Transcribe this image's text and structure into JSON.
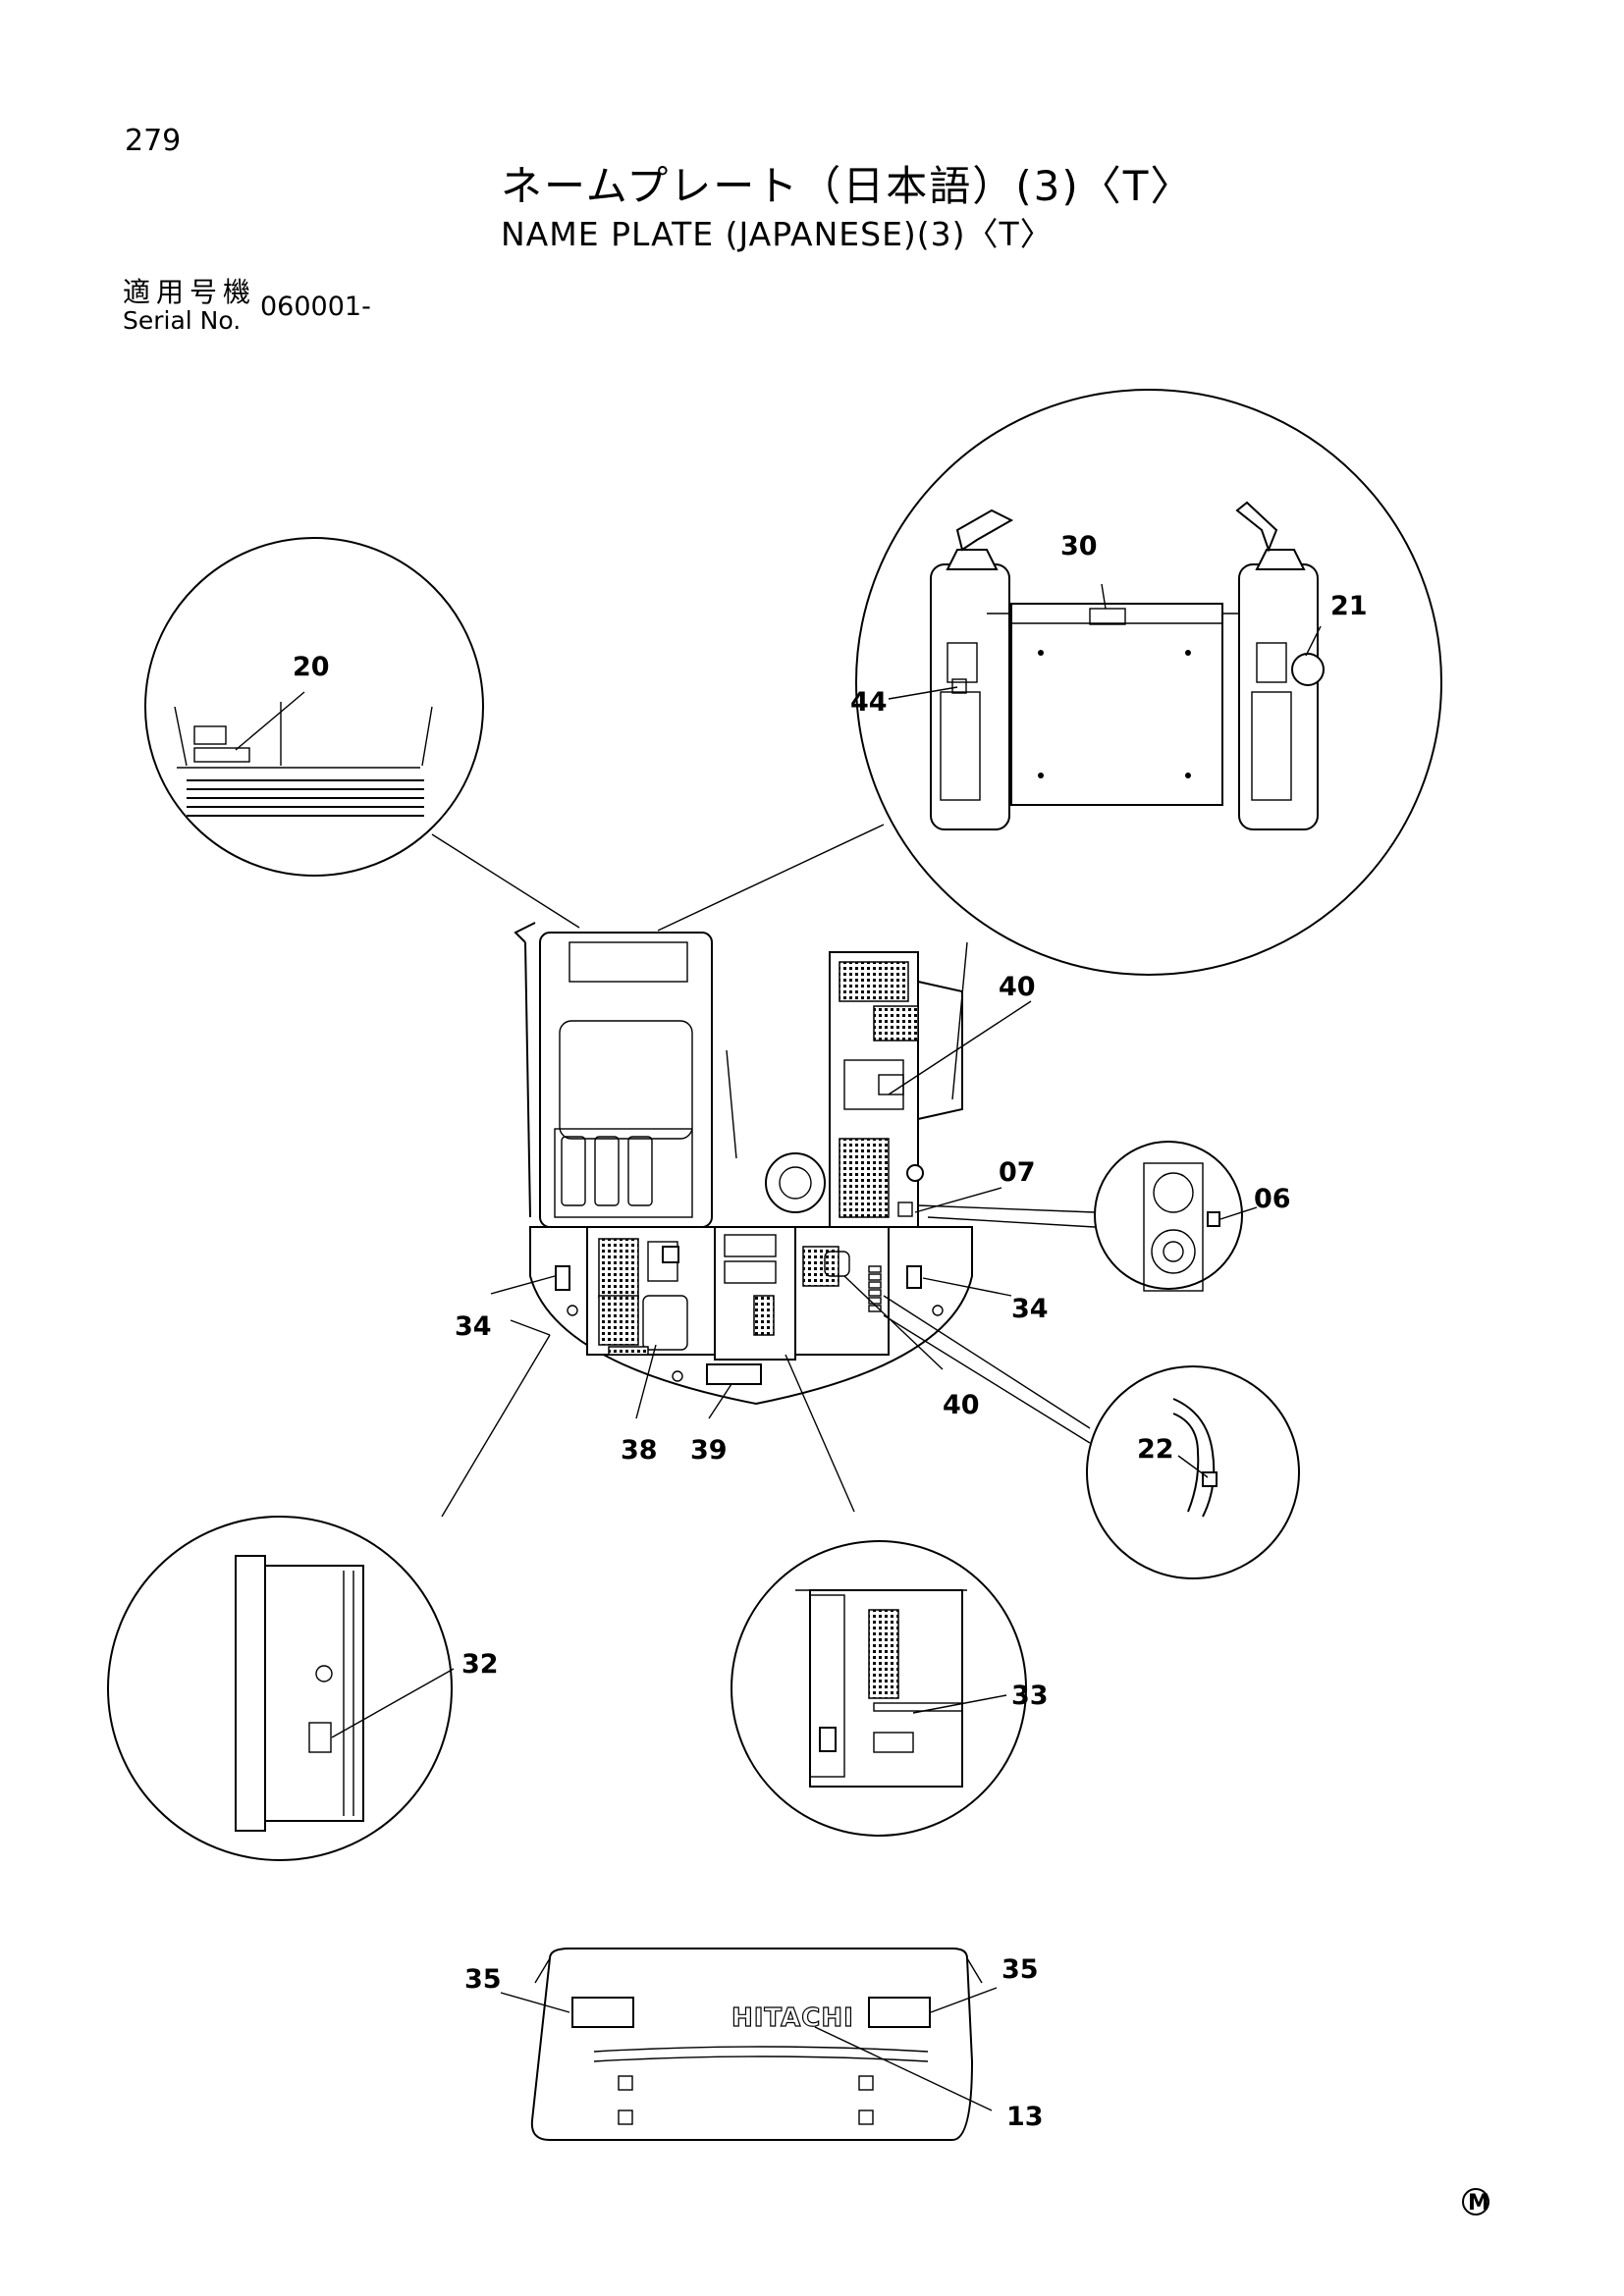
{
  "header": {
    "page_number": "279",
    "title_ja": "ネームプレート（日本語）(3)〈T〉",
    "title_en": "NAME PLATE (JAPANESE)(3)〈T〉",
    "serial_label_ja": "適用号機",
    "serial_label_en": "Serial No.",
    "serial_value": "060001-"
  },
  "callouts": {
    "c20": "20",
    "c30": "30",
    "c21": "21",
    "c44": "44",
    "c40a": "40",
    "c07": "07",
    "c06": "06",
    "c34a": "34",
    "c34b": "34",
    "c40b": "40",
    "c38": "38",
    "c39": "39",
    "c22": "22",
    "c32": "32",
    "c33": "33",
    "c35a": "35",
    "c35b": "35",
    "c13": "13"
  },
  "logo_text": "HITACHI",
  "footer": {
    "mark": "M"
  }
}
